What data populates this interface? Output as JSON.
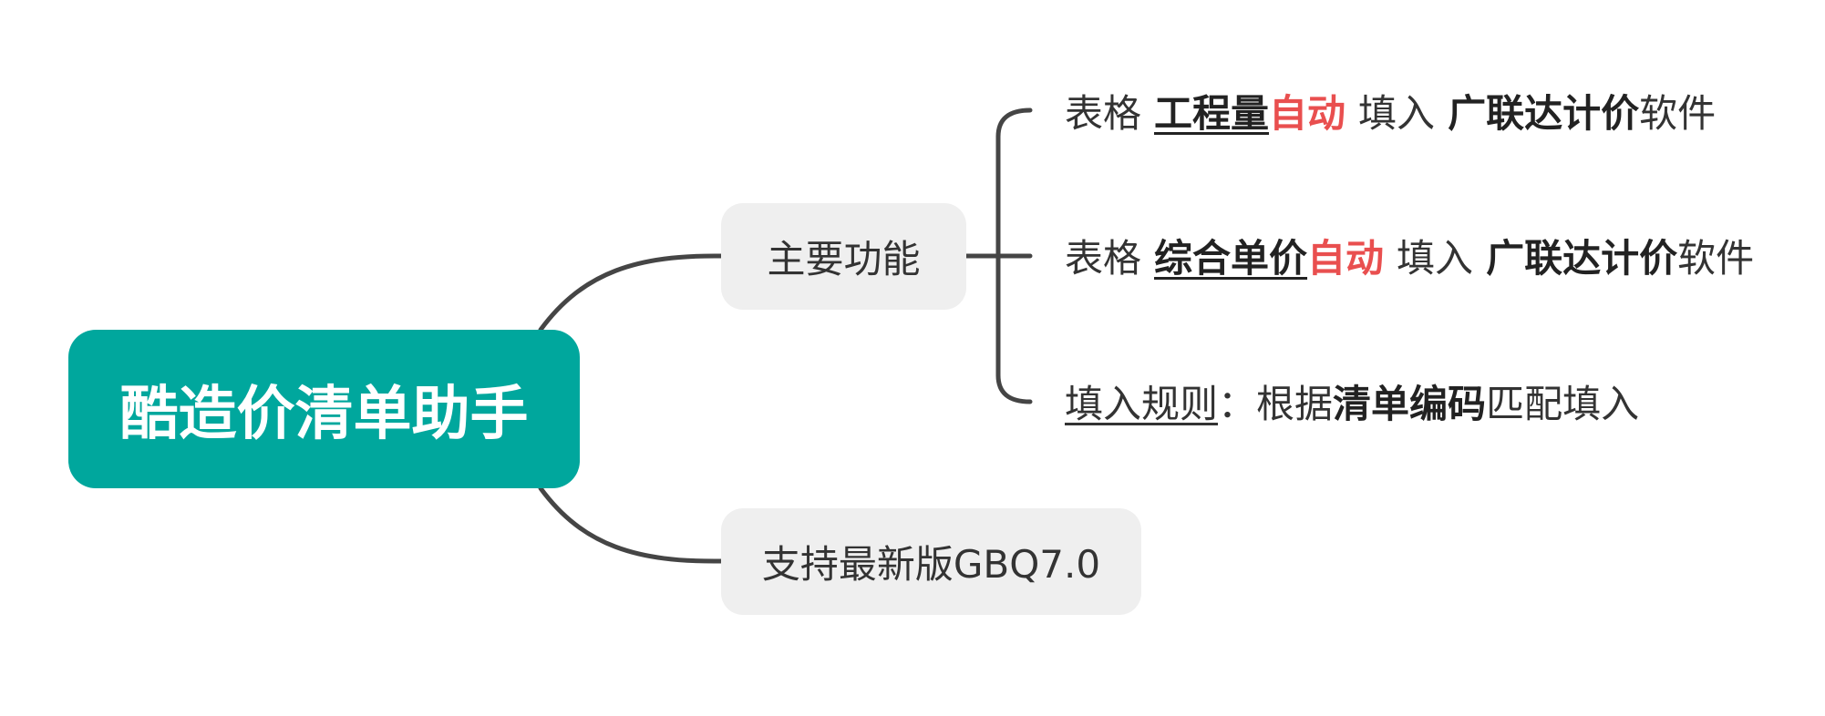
{
  "colors": {
    "root_bg": "#00a79d",
    "branch_bg": "#efefef",
    "line": "#454545",
    "highlight": "#e94f4f",
    "text": "#333333"
  },
  "root": {
    "label": "酷造价清单助手"
  },
  "branches": {
    "features": {
      "label": "主要功能",
      "items": {
        "quantity": {
          "prefix": "表格",
          "key": "工程量",
          "auto": "自动",
          "action": "填入",
          "software": "广联达计价",
          "suffix": "软件"
        },
        "unit_price": {
          "prefix": "表格",
          "key": "综合单价",
          "auto": "自动",
          "action": "填入",
          "software": "广联达计价",
          "suffix": "软件"
        },
        "rule": {
          "title": "填入规则",
          "colon": "：",
          "text1": "根据",
          "key": "清单编码",
          "text2": "匹配填入"
        }
      }
    },
    "support": {
      "label": "支持最新版GBQ7.0"
    }
  }
}
